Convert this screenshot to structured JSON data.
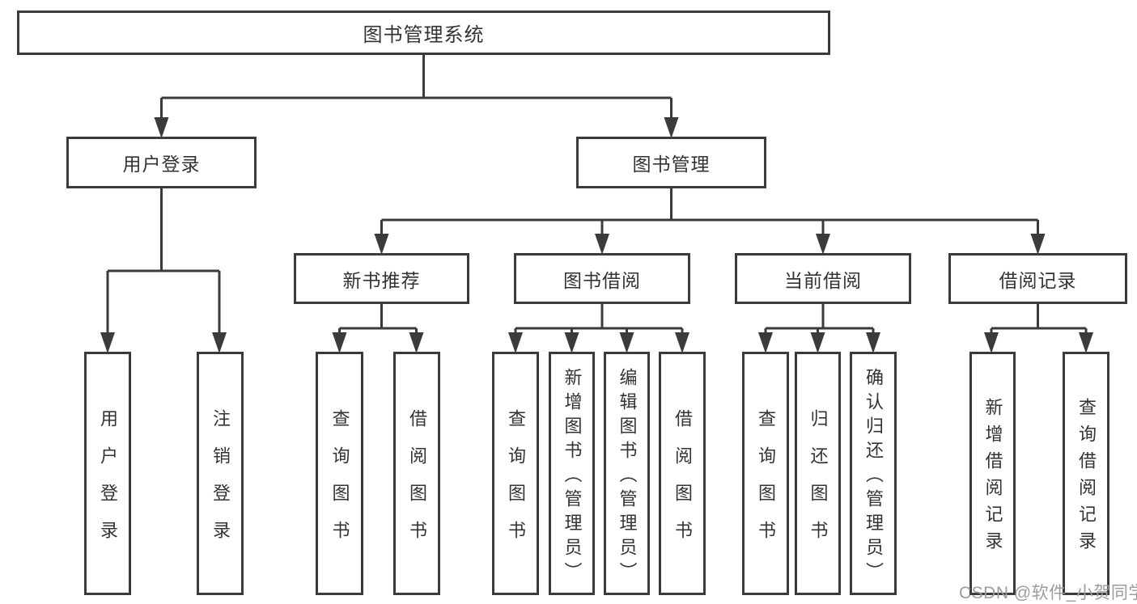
{
  "title": "图书管理系统",
  "user_login": {
    "label": "用户登录",
    "children": [
      "用户登录",
      "注销登录"
    ]
  },
  "book_mgmt": {
    "label": "图书管理",
    "modules": [
      {
        "label": "新书推荐",
        "children": [
          "查询图书",
          "借阅图书"
        ]
      },
      {
        "label": "图书借阅",
        "children": [
          "查询图书",
          "新增图书（管理员）",
          "编辑图书（管理员）",
          "借阅图书"
        ]
      },
      {
        "label": "当前借阅",
        "children": [
          "查询图书",
          "归还图书",
          "确认归还（管理员）"
        ]
      },
      {
        "label": "借阅记录",
        "children": [
          "新增借阅记录",
          "查询借阅记录"
        ]
      }
    ]
  },
  "watermark": "CSDN @软件_小贺同学",
  "colors": {
    "line": "#3b3b3b",
    "text": "#333333",
    "box_fill": "#ffffff",
    "watermark": "#9c9c9c"
  }
}
